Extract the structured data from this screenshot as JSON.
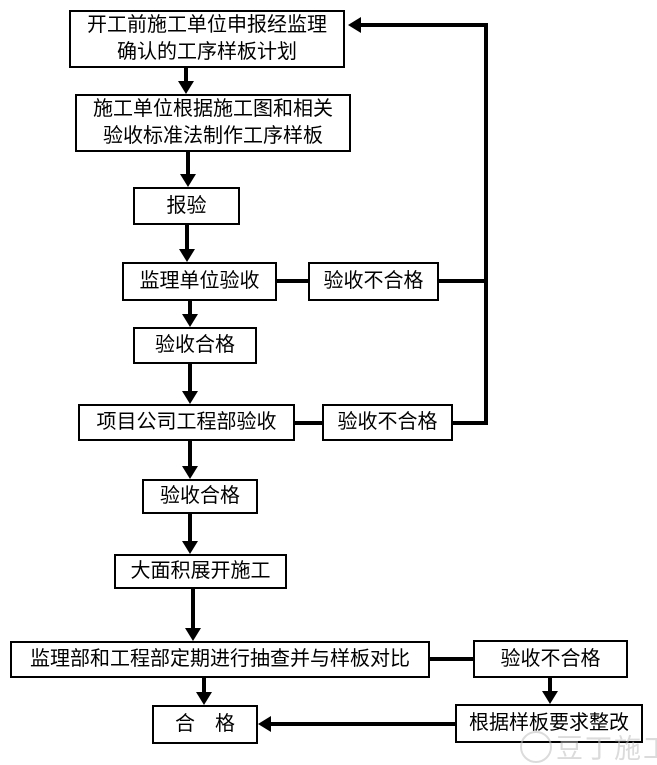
{
  "diagram": {
    "type": "flowchart",
    "background_color": "#ffffff",
    "line_color": "#000000",
    "box_border_color": "#000000",
    "text_color": "#000000"
  },
  "nodes": [
    {
      "id": "plan",
      "label": "开工前施工单位申报经监理\n确认的工序样板计划"
    },
    {
      "id": "make-sample",
      "label": "施工单位根据施工图和相关\n验收标准法制作工序样板"
    },
    {
      "id": "submit-inspection",
      "label": "报验"
    },
    {
      "id": "supervisor-acceptance",
      "label": "监理单位验收"
    },
    {
      "id": "fail-1",
      "label": "验收不合格"
    },
    {
      "id": "pass-1",
      "label": "验收合格"
    },
    {
      "id": "project-dept-acceptance",
      "label": "项目公司工程部验收"
    },
    {
      "id": "fail-2",
      "label": "验收不合格"
    },
    {
      "id": "pass-2",
      "label": "验收合格"
    },
    {
      "id": "full-construction",
      "label": "大面积展开施工"
    },
    {
      "id": "periodic-check",
      "label": "监理部和工程部定期进行抽查并与样板对比"
    },
    {
      "id": "fail-3",
      "label": "验收不合格"
    },
    {
      "id": "rectify",
      "label": "根据样板要求整改"
    },
    {
      "id": "qualified",
      "label": "合　格"
    }
  ],
  "watermark": {
    "text": "豆丁施工",
    "color": "#bfbfbf"
  }
}
